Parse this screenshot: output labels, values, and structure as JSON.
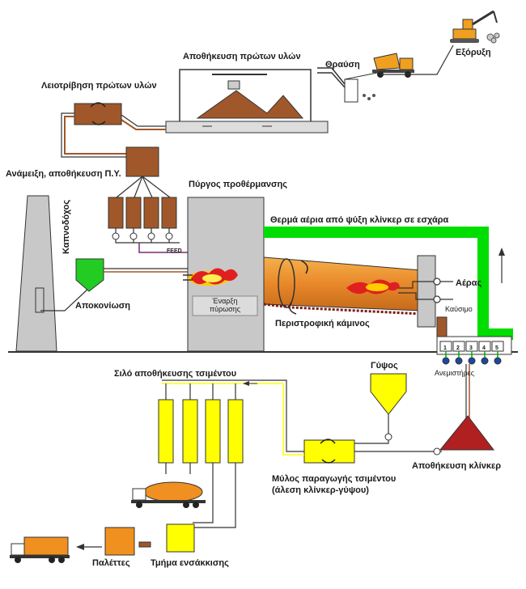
{
  "labels": {
    "mining": "Εξόρυξη",
    "crushing": "Θραύση",
    "raw_storage": "Αποθήκευση πρώτων υλών",
    "raw_grinding": "Λειοτρίβηση πρώτων υλών",
    "mixing_storage": "Ανάμειξη, αποθήκευση Π.Υ.",
    "chimney": "Καπνοδόχος",
    "preheater": "Πύργος προθέρμανσης",
    "feed": "FEED",
    "dedusting": "Αποκονίωση",
    "firing_start": "Έναρξη πύρωσης",
    "hot_gases": "Θερμά αέρια από ψύξη κλίνκερ σε εσχάρα",
    "air": "Αέρας",
    "fuel": "Καύσιμο",
    "rotary_kiln": "Περιστροφική κάμινος",
    "fans": "Ανεμιστήρες",
    "cement_silos": "Σιλό αποθήκευσης τσιμέντου",
    "gypsum": "Γύψος",
    "cement_mill_1": "Μύλος παραγωγής τσιμέντου",
    "cement_mill_2": "(άλεση κλίνκερ-γύψου)",
    "clinker_storage": "Αποθήκευση κλίνκερ",
    "pallets": "Παλέττες",
    "bagging": "Τμήμα ενσάκκισης"
  },
  "cooler_numbers": [
    "1",
    "2",
    "3",
    "4",
    "5"
  ],
  "icons": [
    "rotation-arrow-icon",
    "flame-icon",
    "fan-icon",
    "valve-icon",
    "excavator-icon",
    "dump-truck-icon",
    "tanker-truck-icon",
    "lorry-icon"
  ],
  "colors": {
    "material_brown": "#a0582a",
    "kiln_orange": "#e8882a",
    "green_pipe": "#00dd00",
    "silo_yellow": "#ffff00",
    "tower_gray": "#c8c8c8",
    "clinker_red": "#b02020",
    "pallet_orange": "#f0901e",
    "dedust_green": "#22cc22"
  }
}
